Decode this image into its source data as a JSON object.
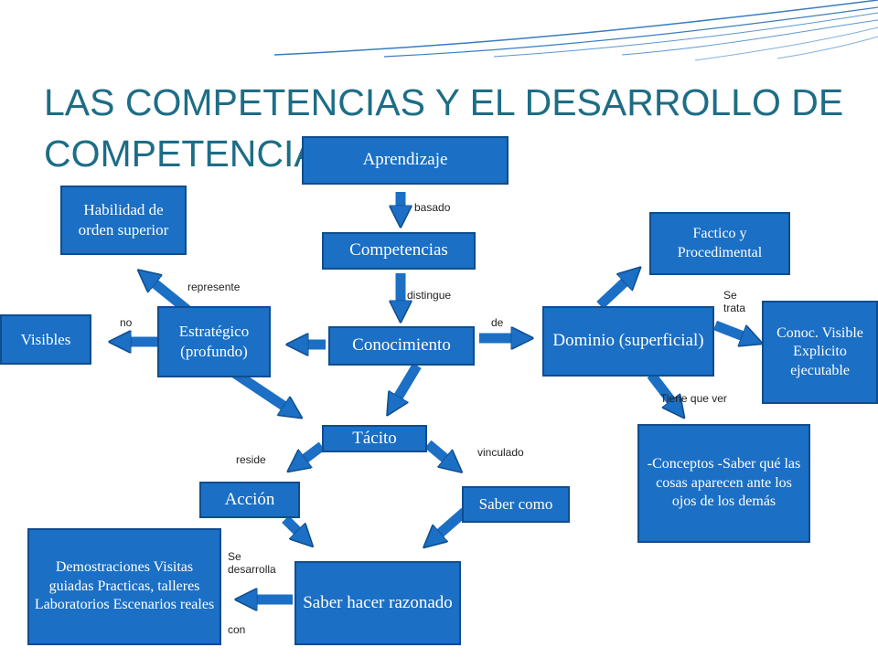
{
  "title": "LAS COMPETENCIAS Y EL DESARROLLO DE COMPETENCIAS",
  "colors": {
    "node_fill": "#1b6fc4",
    "node_border": "#0f4d8d",
    "title": "#1d6d86",
    "decor_lines": "#3a7bbf"
  },
  "nodes": {
    "aprendizaje": "Aprendizaje",
    "competencias": "Competencias",
    "conocimiento": "Conocimiento",
    "habilidad": "Habilidad de orden superior",
    "estrategico": "Estratégico (profundo)",
    "visibles": "Visibles",
    "dominio": "Dominio (superficial)",
    "factico": "Factico y Procedimental",
    "conoc_visible": "Conoc. Visible Explicito ejecutable",
    "conceptos": "-Conceptos -Saber qué las cosas aparecen ante los ojos de los demás",
    "tacito": "Tácito",
    "accion": "Acción",
    "saber_como": "Saber como",
    "saber_hacer": "Saber hacer razonado",
    "demostraciones": "Demostraciones Visitas guiadas Practicas, talleres Laboratorios Escenarios reales"
  },
  "labels": {
    "basado": "basado",
    "distingue": "distingue",
    "de": "de",
    "no": "no",
    "represente": "represente",
    "se_trata": "Se trata",
    "tiene_que_ver": "Tiene que ver",
    "reside": "reside",
    "vinculado": "vinculado",
    "se_desarrolla": "Se desarrolla",
    "con": "con"
  }
}
